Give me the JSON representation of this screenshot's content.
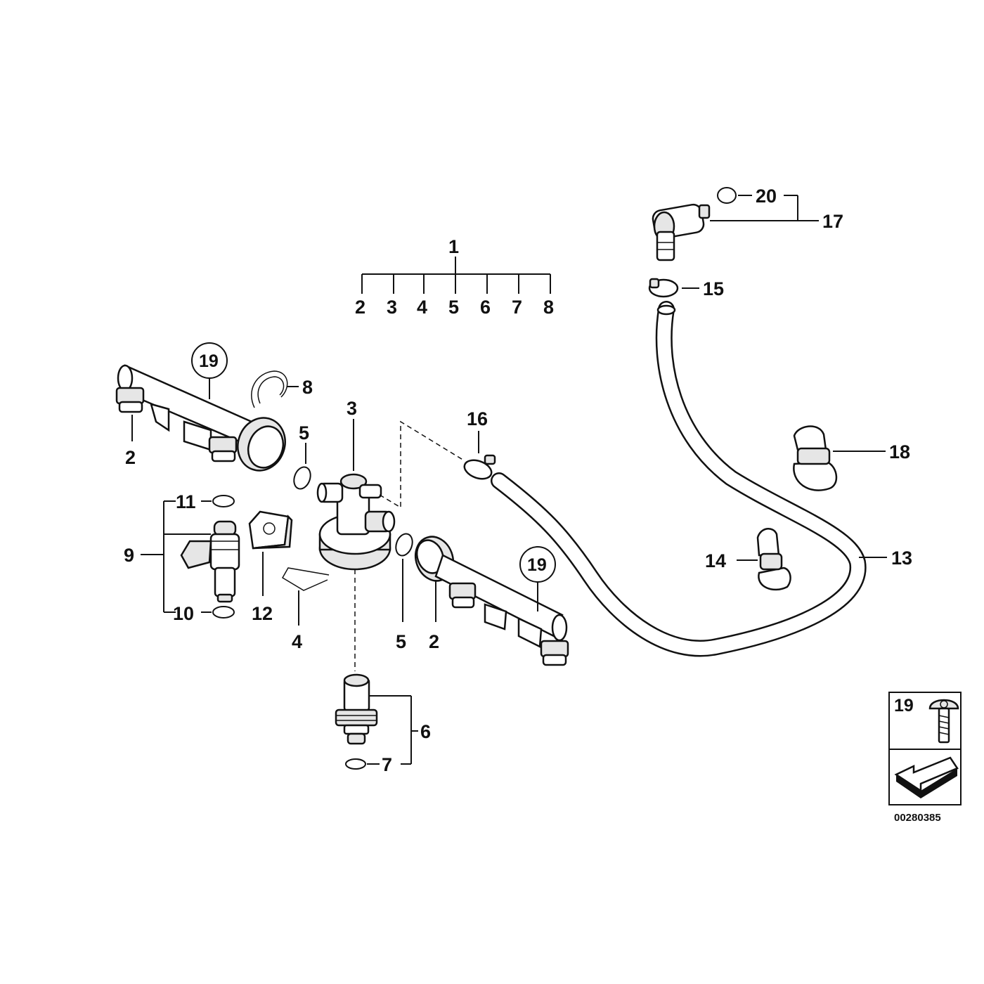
{
  "callouts": {
    "assembly": "1",
    "assembly_list": [
      "2",
      "3",
      "4",
      "5",
      "6",
      "7",
      "8"
    ],
    "rail_left_2": "2",
    "rail_right_2": "2",
    "valve_3": "3",
    "spring_4": "4",
    "oring_left_5": "5",
    "oring_right_5": "5",
    "nipple_6": "6",
    "oring_7": "7",
    "clip_8": "8",
    "injector_9": "9",
    "oring_10": "10",
    "oring_11": "11",
    "clip_12": "12",
    "hose_13": "13",
    "holder_14": "14",
    "clamp_15": "15",
    "clamp_16": "16",
    "elbow_17": "17",
    "holder_18": "18",
    "screw_left_19": "19",
    "screw_right_19": "19",
    "oring_20": "20"
  },
  "legend": {
    "screw_label": "19",
    "diagram_number": "00280385"
  }
}
